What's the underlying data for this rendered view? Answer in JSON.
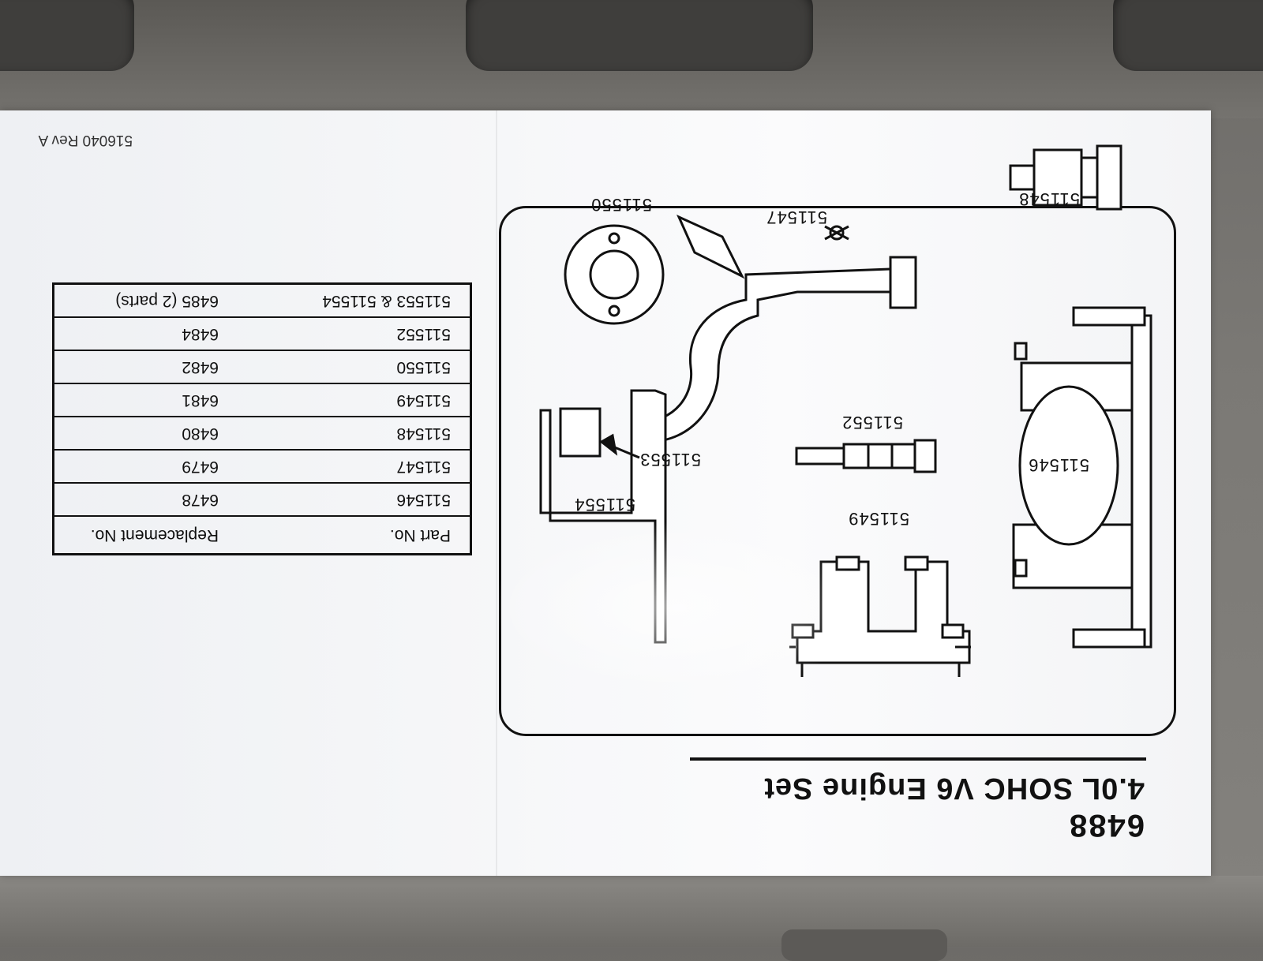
{
  "kit": {
    "number": "6488",
    "name": "4.0L SOHC V6 Engine Set",
    "doc_code": "516040 Rev A"
  },
  "diagram": {
    "labels": [
      "511546",
      "511547",
      "511548",
      "511549",
      "511550",
      "511552",
      "511553",
      "511554"
    ]
  },
  "table": {
    "headers": [
      "Part No.",
      "Replacement No."
    ],
    "rows": [
      [
        "511546",
        "6478"
      ],
      [
        "511547",
        "6479"
      ],
      [
        "511548",
        "6480"
      ],
      [
        "511549",
        "6481"
      ],
      [
        "511550",
        "6482"
      ],
      [
        "511552",
        "6484"
      ],
      [
        "511553 & 511554",
        "6485 (2 parts)"
      ]
    ]
  }
}
